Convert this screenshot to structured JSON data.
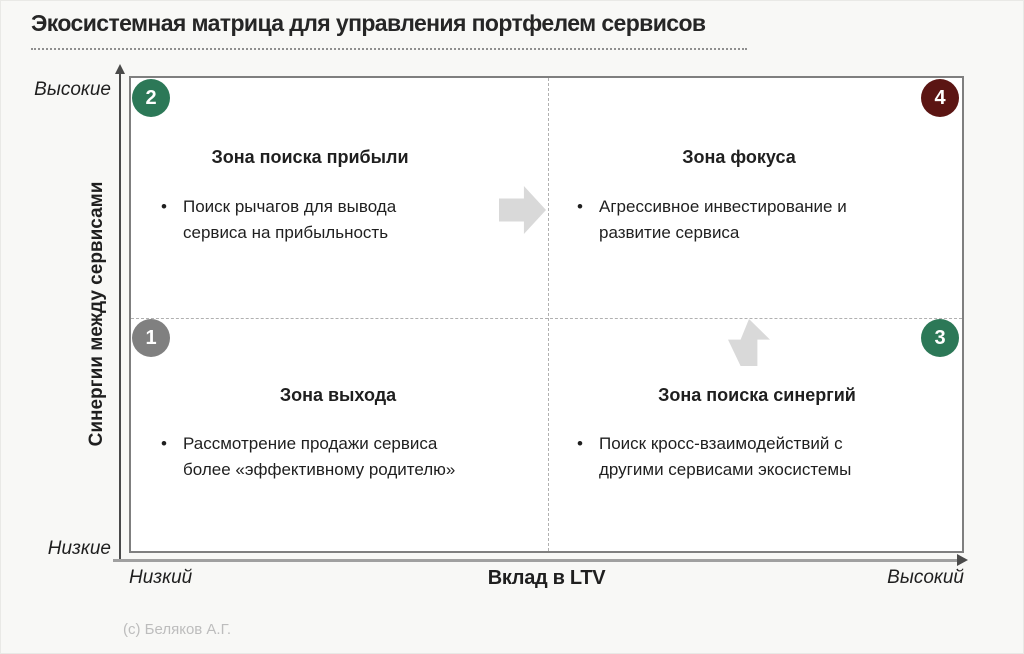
{
  "page": {
    "title": "Экосистемная матрица для управления портфелем сервисов",
    "footer": "(с) Беляков А.Г."
  },
  "axes": {
    "y": {
      "label": "Синергии между сервисами",
      "top_label": "Высокие",
      "bottom_label": "Низкие"
    },
    "x": {
      "label": "Вклад в LTV",
      "left_label": "Низкий",
      "right_label": "Высокий"
    }
  },
  "quadrants": [
    {
      "number": "1",
      "position": "bottom-left",
      "title": "Зона выхода",
      "bullet_lines": [
        "Рассмотрение продажи сервиса",
        "более «эффективному родителю»"
      ],
      "badge_color": "#808080"
    },
    {
      "number": "2",
      "position": "top-left",
      "title": "Зона поиска прибыли",
      "bullet_lines": [
        "Поиск рычагов для вывода",
        "сервиса на прибыльность"
      ],
      "badge_color": "#2C7857"
    },
    {
      "number": "3",
      "position": "bottom-right",
      "title": "Зона поиска синергий",
      "bullet_lines": [
        "Поиск кросс-взаимодействий с",
        "другими сервисами экосистемы"
      ],
      "badge_color": "#2C7857"
    },
    {
      "number": "4",
      "position": "top-right",
      "title": "Зона фокуса",
      "bullet_lines": [
        "Агрессивное инвестирование и",
        "развитие сервиса"
      ],
      "badge_color": "#5B1513"
    }
  ],
  "arrows": [
    {
      "name": "quadrant2-to-quadrant4",
      "direction": "right",
      "color": "#D9D9D9"
    },
    {
      "name": "quadrant3-to-quadrant4",
      "direction": "up",
      "color": "#D9D9D9"
    }
  ],
  "colors": {
    "background": "#F8F8F6",
    "matrix_background": "#FFFFFF",
    "matrix_border": "#7F7F7F",
    "divider": "#B0B0B0",
    "text": "#1F1F1F",
    "footer_text": "#BDBDBD"
  }
}
